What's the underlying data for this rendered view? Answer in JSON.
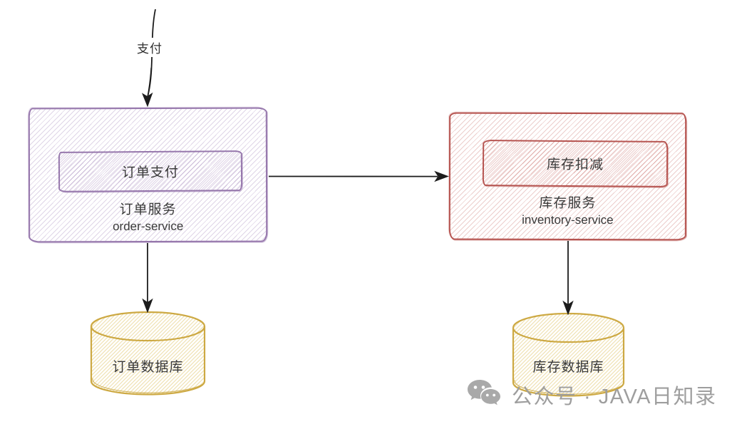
{
  "diagram": {
    "payment_flow_label": "支付",
    "order_service": {
      "component_label": "订单支付",
      "name_zh": "订单服务",
      "name_en": "order-service",
      "database_label": "订单数据库"
    },
    "inventory_service": {
      "component_label": "库存扣减",
      "name_zh": "库存服务",
      "name_en": "inventory-service",
      "database_label": "库存数据库"
    },
    "colors": {
      "order_accent": "#9677ac",
      "inventory_accent": "#b65450",
      "database_accent": "#cda943",
      "arrow": "#1c1c1c",
      "text": "#3a3a3a"
    }
  },
  "watermark": {
    "icon": "wechat-icon",
    "text": "公众号 · JAVA日知录",
    "color": "#9e9e9e"
  }
}
